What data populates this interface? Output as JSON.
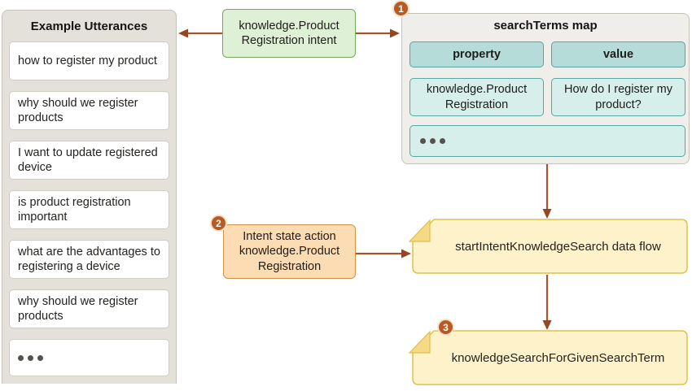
{
  "colors": {
    "arrow_line": "#a8542b",
    "arrow_head": "#96451f",
    "badge_bg": "#b95a24",
    "badge_ring": "#f1e2c8",
    "utterances_panel_bg": "#e4e1da",
    "green_box_fill": "#def0d6",
    "green_box_border": "#77a95e",
    "teal_header_fill": "#b5dcd8",
    "teal_cell_fill": "#d6efeb",
    "teal_border": "#57a49c",
    "orange_box_fill": "#fcdcb2",
    "orange_box_border": "#d09048",
    "note_fill": "#fdf2ca",
    "note_border": "#e0c14b",
    "note_fold_fill": "#f6d985",
    "search_panel_bg": "#f0eeea"
  },
  "icons": {
    "more": "ellipsis-dots"
  },
  "utterances": {
    "title": "Example Utterances",
    "items": [
      "how to register my product",
      "why should we register products",
      "I want to update registered device",
      "is product registration important",
      "what are the advantages to registering a device",
      "why should we register products"
    ]
  },
  "intent_box": {
    "label": "knowledge.Product Registration intent"
  },
  "search_terms": {
    "badge": "1",
    "title": "searchTerms map",
    "col1_header": "property",
    "col2_header": "value",
    "row1_property": "knowledge.Product Registration",
    "row1_value": "How do I register my product?"
  },
  "action_box": {
    "badge": "2",
    "label": "Intent state action knowledge.Product Registration"
  },
  "note1": {
    "label": "startIntentKnowledgeSearch data flow"
  },
  "note2": {
    "badge": "3",
    "label": "knowledgeSearchForGivenSearchTerm"
  }
}
